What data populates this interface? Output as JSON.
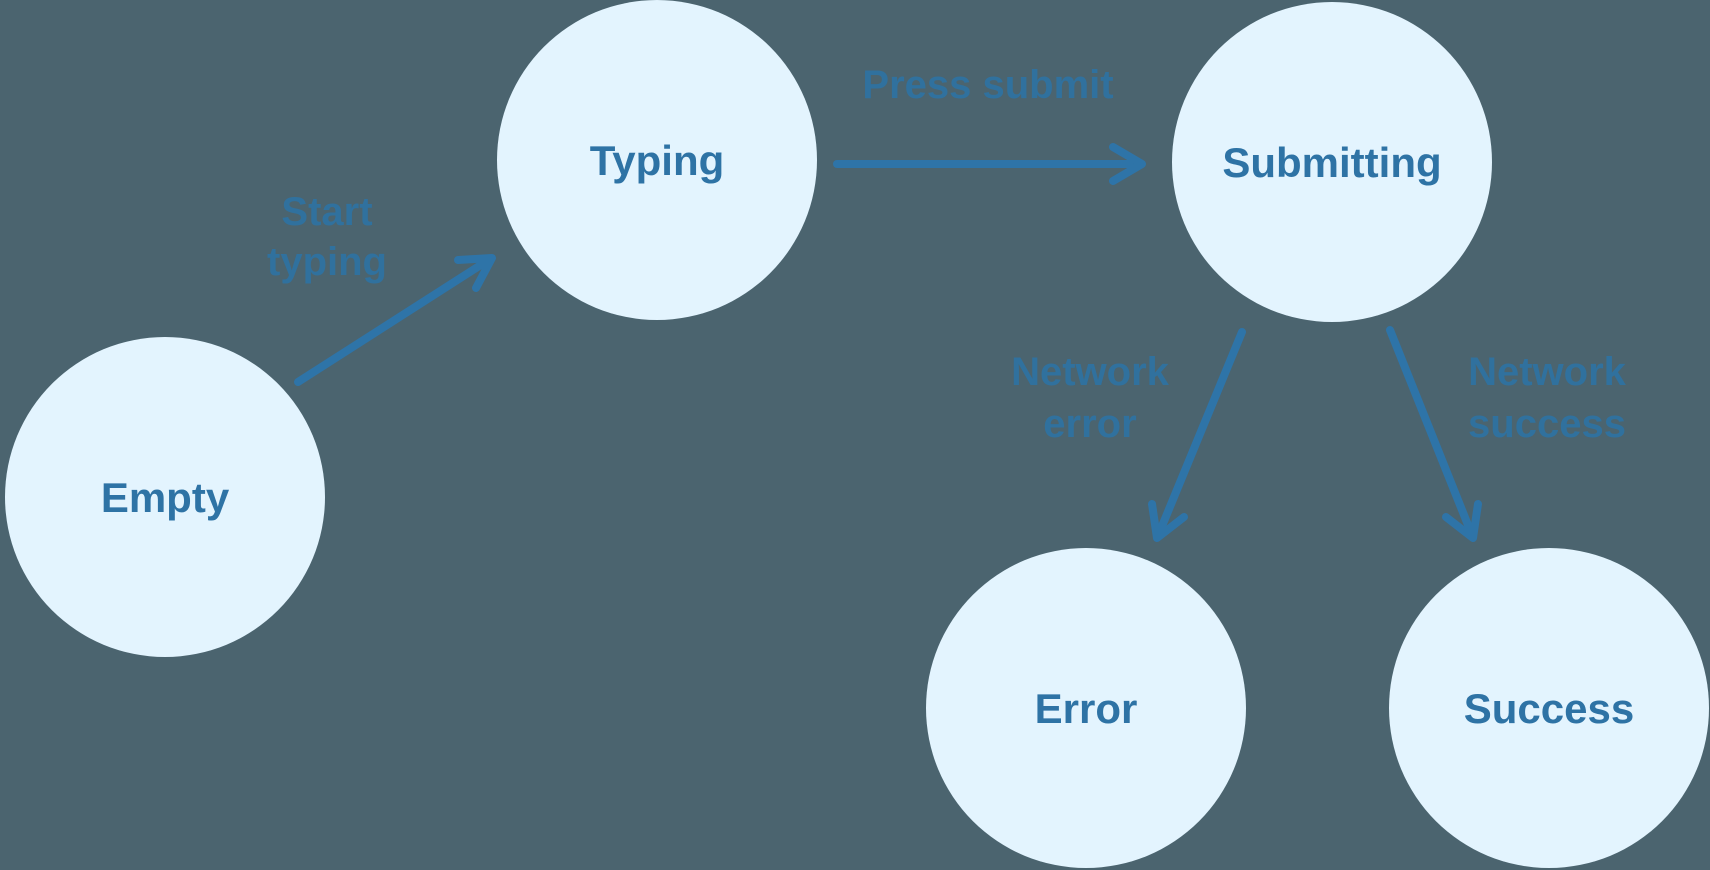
{
  "diagram": {
    "type": "state-machine-flow",
    "colors": {
      "background": "#4B646F",
      "node_fill": "#E3F4FE",
      "node_label": "#2E73A5",
      "arrow": "#2E74A8",
      "edge_label": "#30719E"
    },
    "states": {
      "empty": {
        "label": "Empty"
      },
      "typing": {
        "label": "Typing"
      },
      "submitting": {
        "label": "Submitting"
      },
      "error": {
        "label": "Error"
      },
      "success": {
        "label": "Success"
      }
    },
    "transitions": {
      "start_typing": {
        "from": "Empty",
        "to": "Typing",
        "label_line1": "Start",
        "label_line2": "typing"
      },
      "press_submit": {
        "from": "Typing",
        "to": "Submitting",
        "label": "Press submit"
      },
      "network_error": {
        "from": "Submitting",
        "to": "Error",
        "label_line1": "Network",
        "label_line2": "error"
      },
      "network_success": {
        "from": "Submitting",
        "to": "Success",
        "label_line1": "Network",
        "label_line2": "success"
      }
    }
  }
}
